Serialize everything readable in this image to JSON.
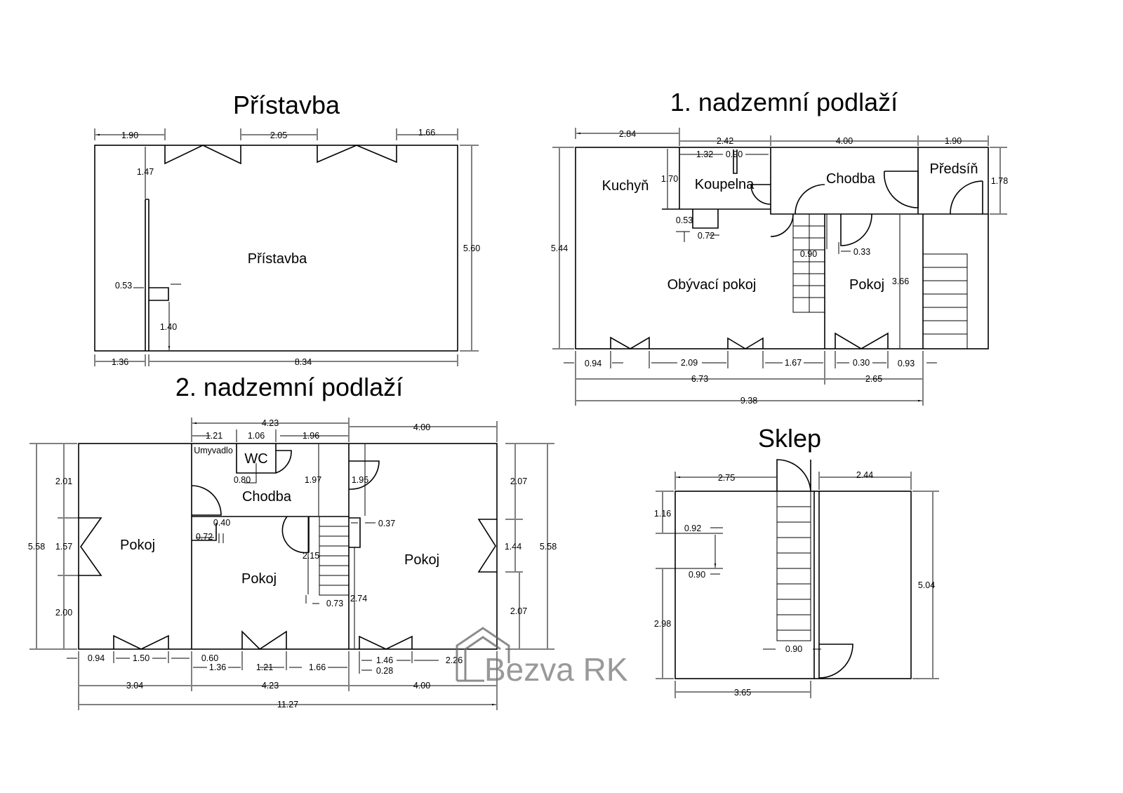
{
  "pristavba": {
    "title": "Přístavba",
    "room": "Přístavba",
    "dims": [
      "1.90",
      "2.05",
      "1.66",
      "5.60",
      "1.47",
      "0.53",
      "1.40",
      "1.36",
      "8.34"
    ]
  },
  "np1": {
    "title": "1. nadzemní podlaží",
    "rooms": [
      "Kuchyň",
      "Koupelna",
      "Chodba",
      "Předsíň",
      "Obývací pokoj",
      "Pokoj"
    ],
    "dims": [
      "2.84",
      "2.42",
      "4.00",
      "1.90",
      "1.32",
      "0.90",
      "1.70",
      "1.78",
      "5.44",
      "0.53",
      "0.72",
      "0.90",
      "0.33",
      "3.66",
      "0.94",
      "2.09",
      "1.67",
      "0.30",
      "0.93",
      "6.73",
      "2.65",
      "9.38"
    ]
  },
  "np2": {
    "title": "2. nadzemní podlaží",
    "rooms": [
      "Umyvadlo",
      "WC",
      "Chodba",
      "Pokoj",
      "Pokoj",
      "Pokoj"
    ],
    "dims": [
      "4.23",
      "1.21",
      "1.06",
      "1.96",
      "4.00",
      "2.01",
      "1.57",
      "2.00",
      "5.58",
      "0.80",
      "1.97",
      "1.95",
      "2.07",
      "1.44",
      "2.07",
      "5.58",
      "0.40",
      "0.72",
      "0.37",
      "2.15",
      "0.73",
      "2.74",
      "0.94",
      "1.50",
      "0.60",
      "1.36",
      "1.21",
      "1.66",
      "1.46",
      "2.26",
      "0.28",
      "3.04",
      "4.23",
      "4.00",
      "11.27"
    ]
  },
  "sklep": {
    "title": "Sklep",
    "dims": [
      "2.75",
      "2.44",
      "1.16",
      "0.92",
      "0.90",
      "2.98",
      "5.04",
      "0.90",
      "3.65"
    ]
  },
  "logo": {
    "text": "Bezva RK"
  }
}
